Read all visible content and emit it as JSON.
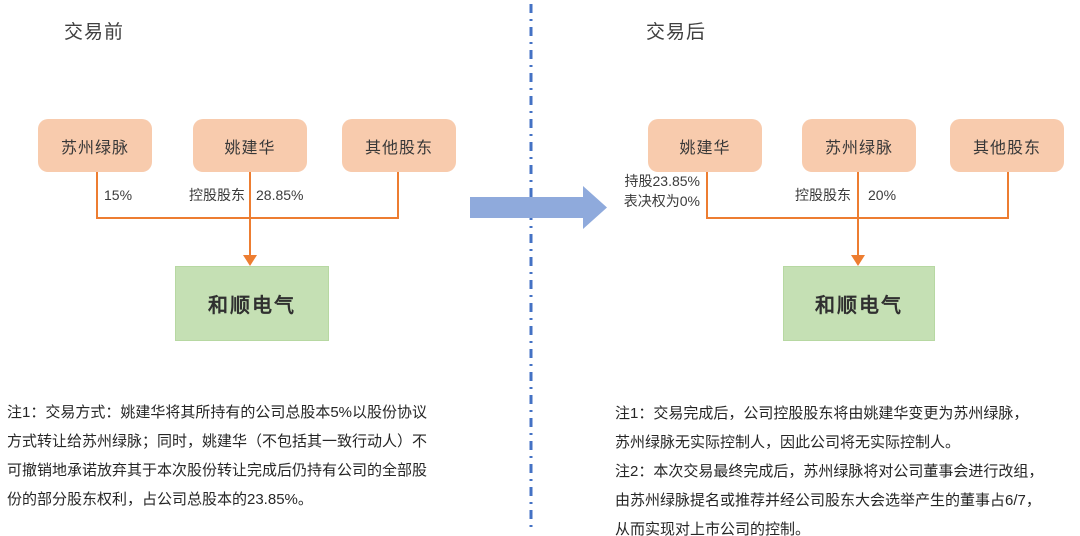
{
  "colors": {
    "shareholder_box": "#F8CBAD",
    "connector_line": "#ED7D31",
    "company_box": "#C5E0B4",
    "transition_arrow": "#8FAADC",
    "divider_line": "#4472C4"
  },
  "before": {
    "title": "交易前",
    "shareholders": [
      {
        "label": "苏州绿脉"
      },
      {
        "label": "姚建华"
      },
      {
        "label": "其他股东"
      }
    ],
    "edges": {
      "left_pct": "15%",
      "controlling": "控股股东",
      "center_pct": "28.85%"
    },
    "company": "和顺电气",
    "note": "注1：交易方式：姚建华将其所持有的公司总股本5%以股份协议\n方式转让给苏州绿脉；同时，姚建华（不包括其一致行动人）不\n可撤销地承诺放弃其于本次股份转让完成后仍持有公司的全部股\n份的部分股东权利，占公司总股本的23.85%。"
  },
  "after": {
    "title": "交易后",
    "shareholders": [
      {
        "label": "姚建华"
      },
      {
        "label": "苏州绿脉"
      },
      {
        "label": "其他股东"
      }
    ],
    "edges": {
      "holding": "持股23.85%\n表决权为0%",
      "controlling": "控股股东",
      "center_pct": "20%"
    },
    "company": "和顺电气",
    "note": "注1：交易完成后，公司控股股东将由姚建华变更为苏州绿脉，\n苏州绿脉无实际控制人，因此公司将无实际控制人。\n注2：本次交易最终完成后，苏州绿脉将对公司董事会进行改组，\n由苏州绿脉提名或推荐并经公司股东大会选举产生的董事占6/7，\n从而实现对上市公司的控制。"
  }
}
